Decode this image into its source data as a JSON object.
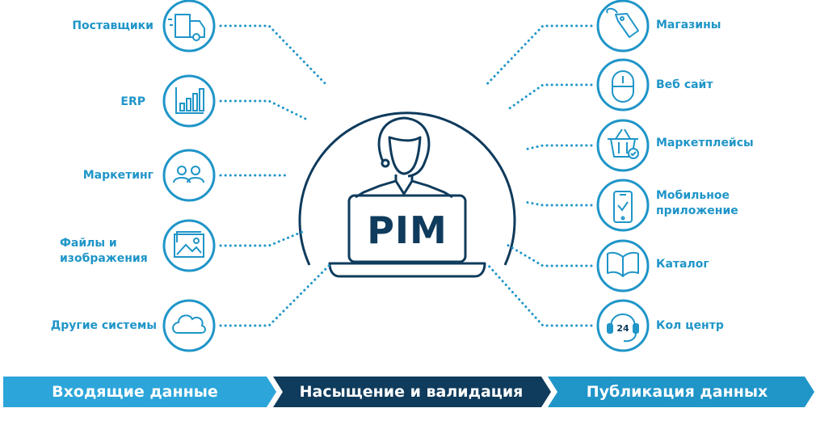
{
  "center": {
    "title": "PIM"
  },
  "inputs": [
    {
      "label": "Поставщики",
      "icon": "delivery-truck-icon"
    },
    {
      "label": "ERP",
      "icon": "bar-chart-icon"
    },
    {
      "label": "Маркетинг",
      "icon": "people-icon"
    },
    {
      "label": "Файлы и изображения",
      "icon": "image-icon"
    },
    {
      "label": "Другие системы",
      "icon": "cloud-icon"
    }
  ],
  "outputs": [
    {
      "label": "Магазины",
      "icon": "price-tag-icon"
    },
    {
      "label": "Веб сайт",
      "icon": "mouse-icon"
    },
    {
      "label": "Маркетплейсы",
      "icon": "shopping-basket-icon"
    },
    {
      "label": "Мобильное приложение",
      "icon": "smartphone-icon"
    },
    {
      "label": "Каталог",
      "icon": "open-book-icon"
    },
    {
      "label": "Кол центр",
      "icon": "headset-24-icon"
    }
  ],
  "stages": [
    {
      "label": "Входящие данные"
    },
    {
      "label": "Насыщение и валидация"
    },
    {
      "label": "Публикация данных"
    }
  ],
  "colors": {
    "accent": "#1f95c8",
    "dark": "#0f3b5c",
    "stage_light": "#2ca5da",
    "stage_dark": "#0f3b5c",
    "dots": "#1f95c8"
  }
}
